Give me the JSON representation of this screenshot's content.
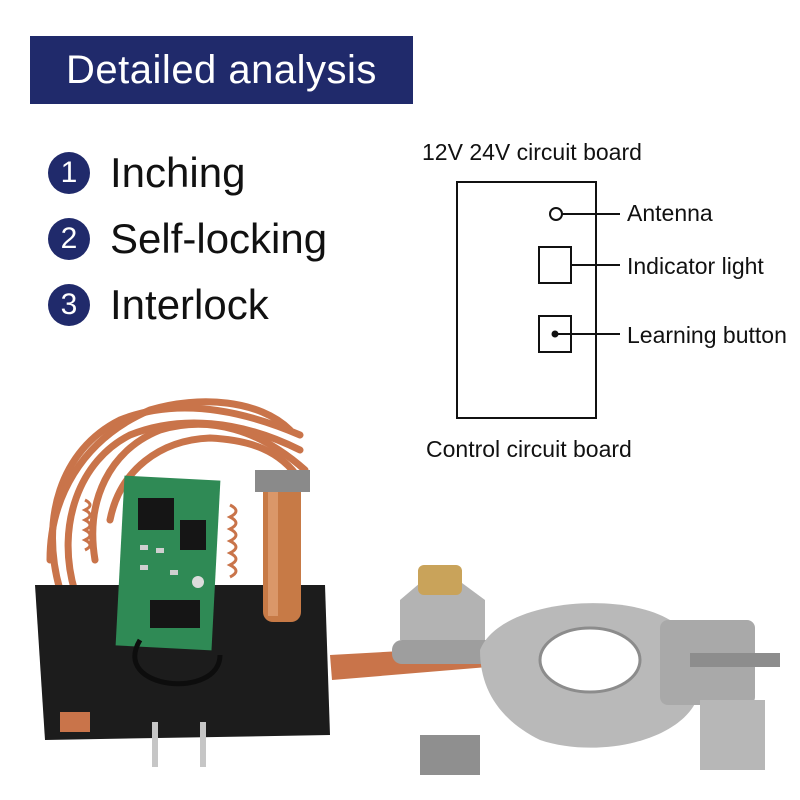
{
  "banner": {
    "title": "Detailed analysis"
  },
  "features": [
    {
      "number": "1",
      "label": "Inching"
    },
    {
      "number": "2",
      "label": "Self-locking"
    },
    {
      "number": "3",
      "label": "Interlock"
    }
  ],
  "diagram": {
    "title": "12V 24V circuit board",
    "labels": {
      "antenna": "Antenna",
      "indicator": "Indicator light",
      "learning": "Learning button"
    },
    "caption": "Control circuit board"
  },
  "photo": {
    "subject": "relay-with-battery-terminal"
  },
  "colors": {
    "banner_bg": "#202a6b",
    "text": "#111111",
    "copper": "#c9744a",
    "pcb": "#2f8a55",
    "metal": "#b8b8b8"
  }
}
